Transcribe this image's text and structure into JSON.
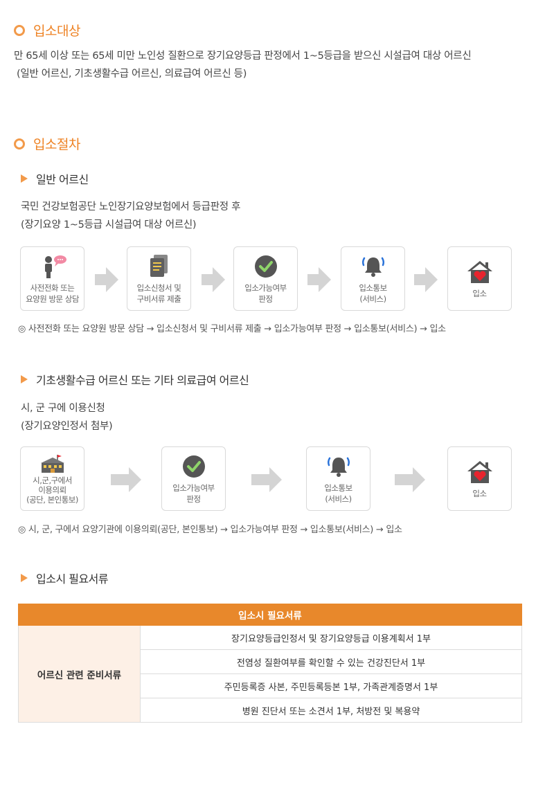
{
  "section1": {
    "title": "입소대상",
    "line1": "만 65세 이상 또는 65세 미만 노인성 질환으로 장기요양등급 판정에서 1~5등급을 받으신 시설급여 대상 어르신",
    "line2": "(일반 어르신, 기초생활수급 어르신, 의료급여 어르신 등)"
  },
  "section2": {
    "title": "입소절차",
    "general": {
      "heading": "일반 어르신",
      "desc1": "국민 건강보험공단 노인장기요양보험에서 등급판정 후",
      "desc2": "(장기요양 1~5등급 시설급여 대상 어르신)",
      "steps": [
        {
          "label": "사전전화 또는\n요양원 방문 상담",
          "icon": "person-speech-icon"
        },
        {
          "label": "입소신청서 및\n구비서류 제출",
          "icon": "documents-icon"
        },
        {
          "label": "입소가능여부\n판정",
          "icon": "check-circle-icon"
        },
        {
          "label": "입소통보\n(서비스)",
          "icon": "bell-icon"
        },
        {
          "label": "입소",
          "icon": "house-heart-icon"
        }
      ],
      "note": "◎ 사전전화 또는 요양원 방문 상담 → 입소신청서 및 구비서류 제출 → 입소가능여부 판정 → 입소통보(서비스) → 입소"
    },
    "basic": {
      "heading": "기초생활수급 어르신 또는 기타 의료급여 어르신",
      "desc1": "시, 군 구에 이용신청",
      "desc2": "(장기요양인정서 첨부)",
      "steps": [
        {
          "label": "시,군,구에서\n이용의뢰\n(공단, 본인통보)",
          "icon": "government-building-icon"
        },
        {
          "label": "입소가능여부\n판정",
          "icon": "check-circle-icon"
        },
        {
          "label": "입소통보\n(서비스)",
          "icon": "bell-icon"
        },
        {
          "label": "입소",
          "icon": "house-heart-icon"
        }
      ],
      "note": "◎ 시, 군, 구에서 요양기관에 이용의뢰(공단, 본인통보) → 입소가능여부 판정 → 입소통보(서비스) → 입소"
    }
  },
  "documents": {
    "heading": "입소시 필요서류",
    "table_header": "입소시 필요서류",
    "category": "어르신 관련 준비서류",
    "rows": [
      "장기요양등급인정서 및 장기요양등급 이용계획서 1부",
      "전염성 질환여부를 확인할 수 있는 건강진단서 1부",
      "주민등록증 사본, 주민등록등본 1부, 가족관계증명서 1부",
      "병원 진단서 또는 소견서 1부, 처방전 및 복용약"
    ]
  },
  "colors": {
    "accent": "#ee8223",
    "table_header": "#e8882b",
    "category_bg": "#fdf0e6",
    "check": "#5a9e3a",
    "heart": "#e8242e"
  }
}
